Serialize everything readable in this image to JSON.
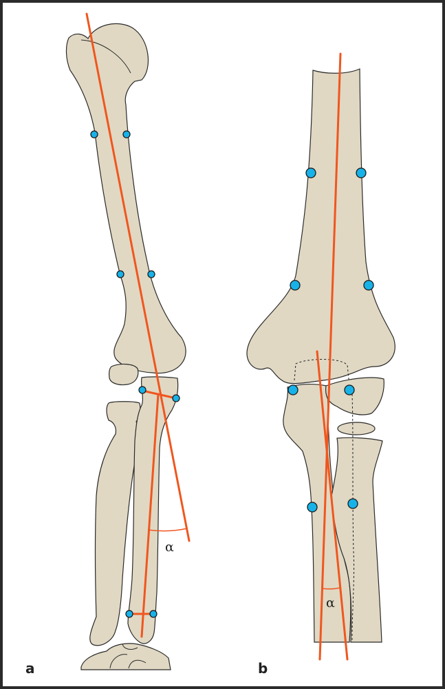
{
  "panels": [
    {
      "label": "a",
      "angle_symbol": "α"
    },
    {
      "label": "b",
      "angle_symbol": "α"
    }
  ],
  "colors": {
    "bone": "#e0d8c3",
    "axis_line": "#f0561e",
    "landmark": "#17b2e8"
  }
}
